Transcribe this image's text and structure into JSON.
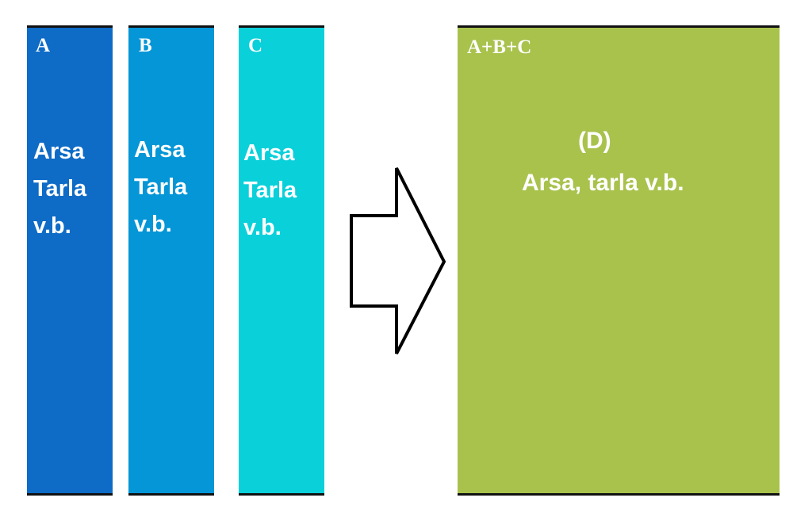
{
  "colors": {
    "parcel_a": "#0e6bc6",
    "parcel_b": "#0496d6",
    "parcel_c": "#0ad0da",
    "parcel_d": "#a8c24c",
    "text": "#ffffff",
    "arrow_stroke": "#000000"
  },
  "parcels": [
    {
      "letter": "A",
      "lines": [
        "Arsa",
        "Tarla",
        "v.b."
      ]
    },
    {
      "letter": "B",
      "lines": [
        "Arsa",
        "Tarla",
        "v.b."
      ]
    },
    {
      "letter": "C",
      "lines": [
        "Arsa",
        "Tarla",
        "v.b."
      ]
    }
  ],
  "merged": {
    "letter": "A+B+C",
    "label": "(D)",
    "description": "Arsa, tarla v.b."
  },
  "icons": {
    "arrow": "right-arrow-outline-icon"
  }
}
